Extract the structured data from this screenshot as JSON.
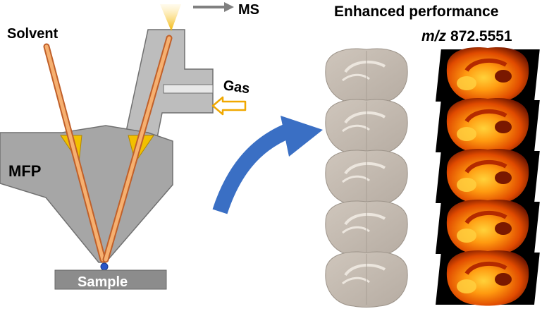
{
  "labels": {
    "solvent": "Solvent",
    "ms": "MS",
    "gas": "Gas",
    "mfp": "MFP",
    "sample": "Sample",
    "enhanced": "Enhanced performance",
    "mz_italic": "m/z",
    "mz_value": "872.5551"
  },
  "colors": {
    "probe_gray": "#a6a6a6",
    "probe_edge": "#707070",
    "capillary": "#f0a050",
    "capillary_edge": "#c0602a",
    "gold": "#f2c000",
    "arrow_blue": "#3a6fc4",
    "gas_arrow": "#f0a800",
    "ms_arrow": "#808080",
    "sample_gray": "#8c8c8c"
  },
  "images": {
    "optical_count": 5,
    "ms_count": 5
  }
}
